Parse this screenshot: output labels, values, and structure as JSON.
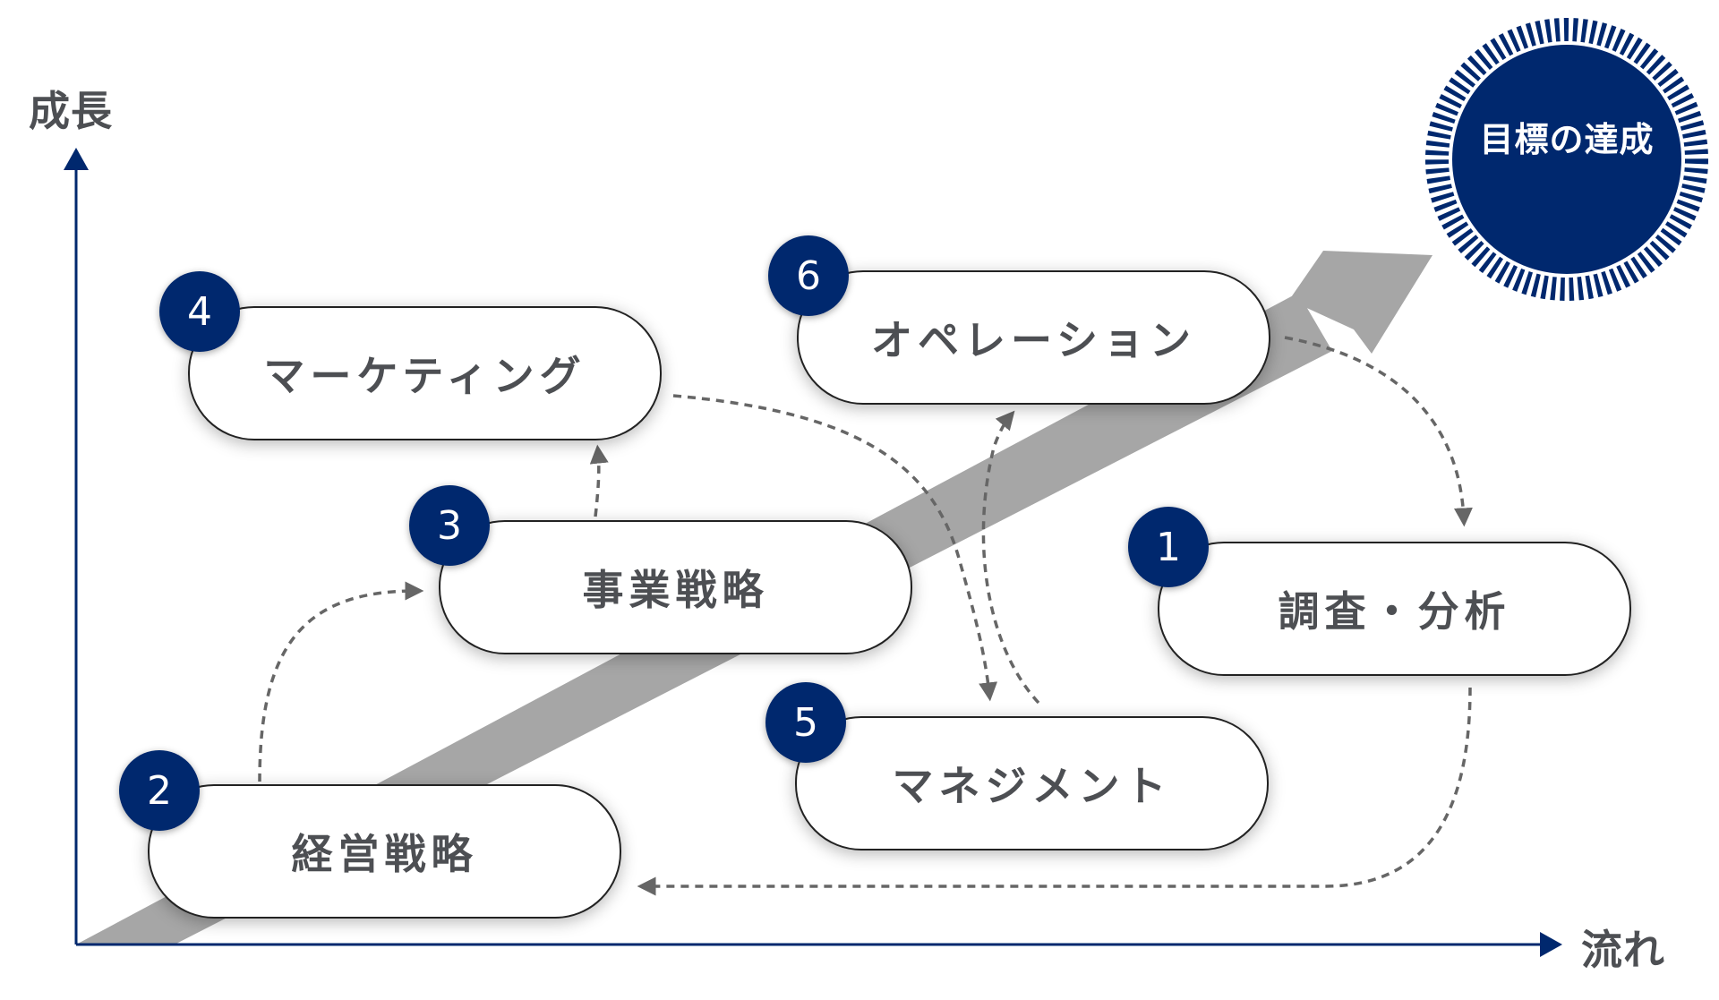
{
  "axes": {
    "y_label": "成長",
    "x_label": "流れ"
  },
  "goal": {
    "label": "目標の達成",
    "color": "#00286e"
  },
  "colors": {
    "accent": "#00286e",
    "main_arrow": "#a6a6a6",
    "dashed_arrow": "#666666",
    "text": "#4d4f53"
  },
  "steps": [
    {
      "number": "1",
      "label": "調査・分析"
    },
    {
      "number": "2",
      "label": "経営戦略"
    },
    {
      "number": "3",
      "label": "事業戦略"
    },
    {
      "number": "4",
      "label": "マーケティング"
    },
    {
      "number": "5",
      "label": "マネジメント"
    },
    {
      "number": "6",
      "label": "オペレーション"
    }
  ],
  "flow": [
    {
      "from": "1",
      "to": "2"
    },
    {
      "from": "2",
      "to": "3"
    },
    {
      "from": "3",
      "to": "4"
    },
    {
      "from": "4",
      "to": "5"
    },
    {
      "from": "5",
      "to": "6"
    },
    {
      "from": "6",
      "to": "1"
    }
  ]
}
